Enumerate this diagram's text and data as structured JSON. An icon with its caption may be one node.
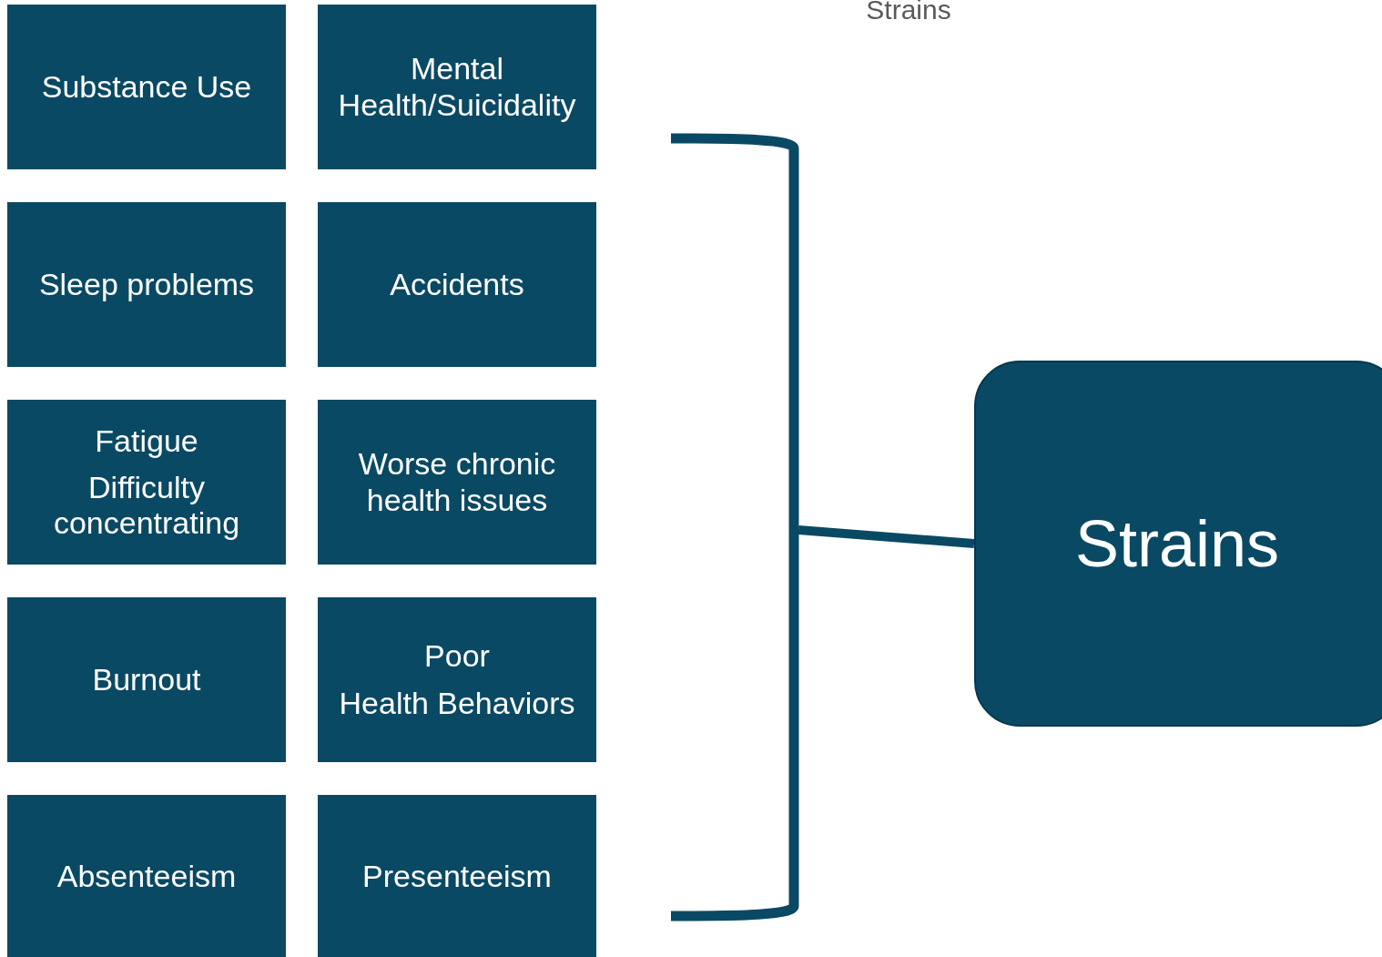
{
  "diagram": {
    "title": "Strains",
    "nodes": [
      {
        "text": [
          "Substance Use"
        ]
      },
      {
        "text": [
          "Mental Health/Suicidality"
        ]
      },
      {
        "text": [
          "Sleep problems"
        ]
      },
      {
        "text": [
          "Accidents"
        ]
      },
      {
        "text": [
          "Fatigue",
          "Difficulty concentrating"
        ]
      },
      {
        "text": [
          "Worse chronic health issues"
        ]
      },
      {
        "text": [
          "Burnout"
        ]
      },
      {
        "text": [
          "Poor",
          "Health Behaviors"
        ]
      },
      {
        "text": [
          "Absenteeism"
        ]
      },
      {
        "text": [
          "Presenteeism"
        ]
      },
      {
        "text": [],
        "shape": "bracket"
      },
      {
        "text": [
          "Strains"
        ]
      }
    ],
    "edges": [
      {
        "from": 10,
        "to": 11,
        "arrow": "none"
      }
    ]
  }
}
